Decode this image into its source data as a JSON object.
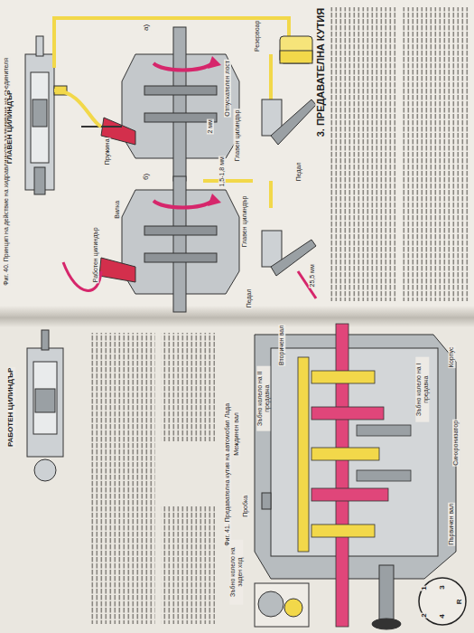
{
  "diagram": {
    "title": "3. ПРЕДАВАТЕЛНА КУТИЯ",
    "caption": "Фиг. 40. Принцип на действие на хидравличното задвижване на съединителя",
    "labels": [
      "Резервоар",
      "Главен цилиндър",
      "Педал",
      "25,5 мм",
      "1,5-1,8 мм",
      "2 мм",
      "Отпускателен лост",
      "Пружина",
      "Вилка",
      "Работен цилиндър",
      "Главен цилиндър",
      "Педал",
      "а)",
      "б)",
      "ГЛАВЕН ЦИЛИНДЪР",
      "РАБОТЕН ЦИЛИНДЪР",
      "Фиг. 41. Предавателна кутия на автомобил Лада",
      "Корпус",
      "Зъбно колело на I предавка",
      "Синхронизатор",
      "Първичен вал",
      "Зъбно колело на II предавка",
      "Междинен вал",
      "Вторичен вал",
      "Пробка",
      "Зъбно колело на заден ход",
      "1",
      "2",
      "3",
      "4",
      "R"
    ]
  }
}
